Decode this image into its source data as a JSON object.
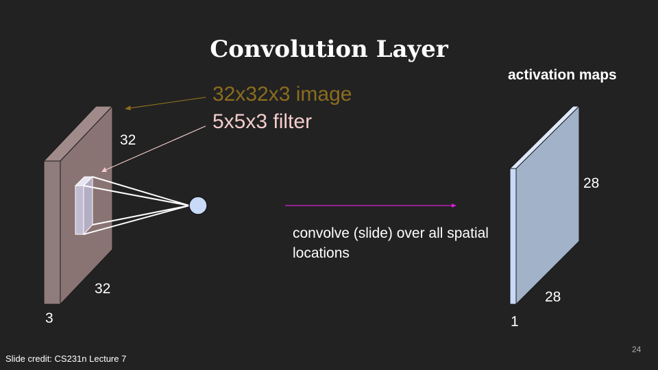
{
  "slide": {
    "title": "Convolution Layer",
    "page_number": "24",
    "credit": "Slide credit: CS231n Lecture 7"
  },
  "input_volume": {
    "label": "32x32x3 image",
    "height": "32",
    "width": "32",
    "depth": "3",
    "label_color": "#8c6d1f"
  },
  "filter": {
    "label": "5x5x3 filter",
    "label_color": "#f4cccc"
  },
  "operation": {
    "text": "convolve (slide) over all spatial locations",
    "arrow_color": "#d81ed8"
  },
  "output": {
    "title": "activation maps",
    "height": "28",
    "width": "28",
    "depth": "1"
  }
}
